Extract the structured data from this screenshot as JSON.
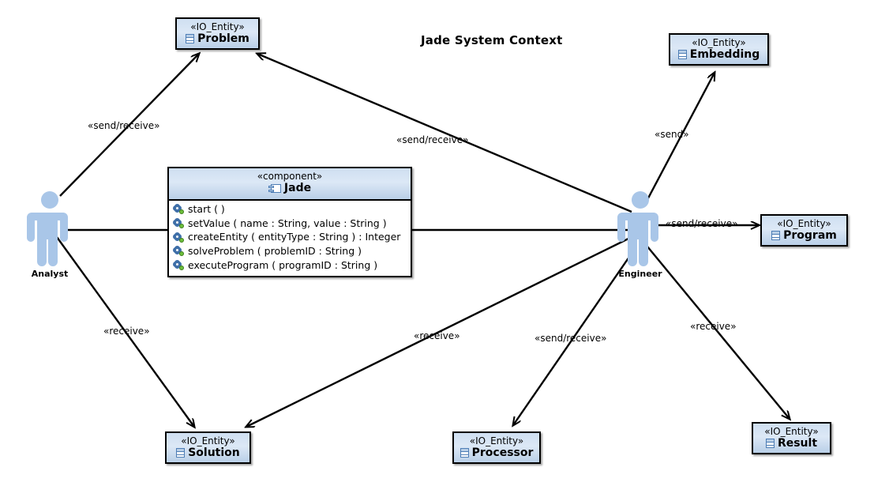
{
  "diagram": {
    "title": "Jade System Context",
    "background_color": "#ffffff",
    "node_fill_color": "#b9cfe7",
    "actor_color": "#a9c6e8",
    "line_color": "#000000"
  },
  "actors": [
    {
      "name": "Analyst",
      "label": "Analyst",
      "icon": "actor-person-icon"
    },
    {
      "name": "Engineer",
      "label": "Engineer",
      "icon": "actor-person-icon"
    }
  ],
  "component": {
    "stereotype": "«component»",
    "name": "Jade",
    "icon": "component-icon",
    "methods": [
      {
        "icon": "operation-icon",
        "signature": "start ( )"
      },
      {
        "icon": "operation-icon",
        "signature": "setValue ( name : String, value : String )"
      },
      {
        "icon": "operation-icon",
        "signature": "createEntity ( entityType : String ) : Integer"
      },
      {
        "icon": "operation-icon",
        "signature": "solveProblem ( problemID : String )"
      },
      {
        "icon": "operation-icon",
        "signature": "executeProgram ( programID : String )"
      }
    ]
  },
  "entities": [
    {
      "id": "problem",
      "stereotype": "«IO_Entity»",
      "name": "Problem",
      "icon": "io-entity-icon"
    },
    {
      "id": "embedding",
      "stereotype": "«IO_Entity»",
      "name": "Embedding",
      "icon": "io-entity-icon"
    },
    {
      "id": "program",
      "stereotype": "«IO_Entity»",
      "name": "Program",
      "icon": "io-entity-icon"
    },
    {
      "id": "solution",
      "stereotype": "«IO_Entity»",
      "name": "Solution",
      "icon": "io-entity-icon"
    },
    {
      "id": "processor",
      "stereotype": "«IO_Entity»",
      "name": "Processor",
      "icon": "io-entity-icon"
    },
    {
      "id": "result",
      "stereotype": "«IO_Entity»",
      "name": "Result",
      "icon": "io-entity-icon"
    }
  ],
  "edge_labels": [
    {
      "id": "analyst-problem",
      "text": "«send/receive»"
    },
    {
      "id": "engineer-problem",
      "text": "«send/receive»"
    },
    {
      "id": "engineer-embedding",
      "text": "«send»"
    },
    {
      "id": "engineer-program",
      "text": "«send/receive»"
    },
    {
      "id": "analyst-solution",
      "text": "«receive»"
    },
    {
      "id": "engineer-solution",
      "text": "«receive»"
    },
    {
      "id": "engineer-processor",
      "text": "«send/receive»"
    },
    {
      "id": "engineer-result",
      "text": "«receive»"
    }
  ],
  "connections": [
    {
      "from": "Analyst",
      "to": "Problem",
      "label": "«send/receive»",
      "arrow": "open"
    },
    {
      "from": "Engineer",
      "to": "Problem",
      "label": "«send/receive»",
      "arrow": "open"
    },
    {
      "from": "Engineer",
      "to": "Embedding",
      "label": "«send»",
      "arrow": "open"
    },
    {
      "from": "Engineer",
      "to": "Program",
      "label": "«send/receive»",
      "arrow": "open"
    },
    {
      "from": "Analyst",
      "to": "Solution",
      "label": "«receive»",
      "arrow": "open"
    },
    {
      "from": "Engineer",
      "to": "Solution",
      "label": "«receive»",
      "arrow": "open"
    },
    {
      "from": "Engineer",
      "to": "Processor",
      "label": "«send/receive»",
      "arrow": "open"
    },
    {
      "from": "Engineer",
      "to": "Result",
      "label": "«receive»",
      "arrow": "open"
    },
    {
      "from": "Analyst",
      "to": "Engineer",
      "label": "",
      "arrow": "none",
      "via": "Jade"
    }
  ]
}
